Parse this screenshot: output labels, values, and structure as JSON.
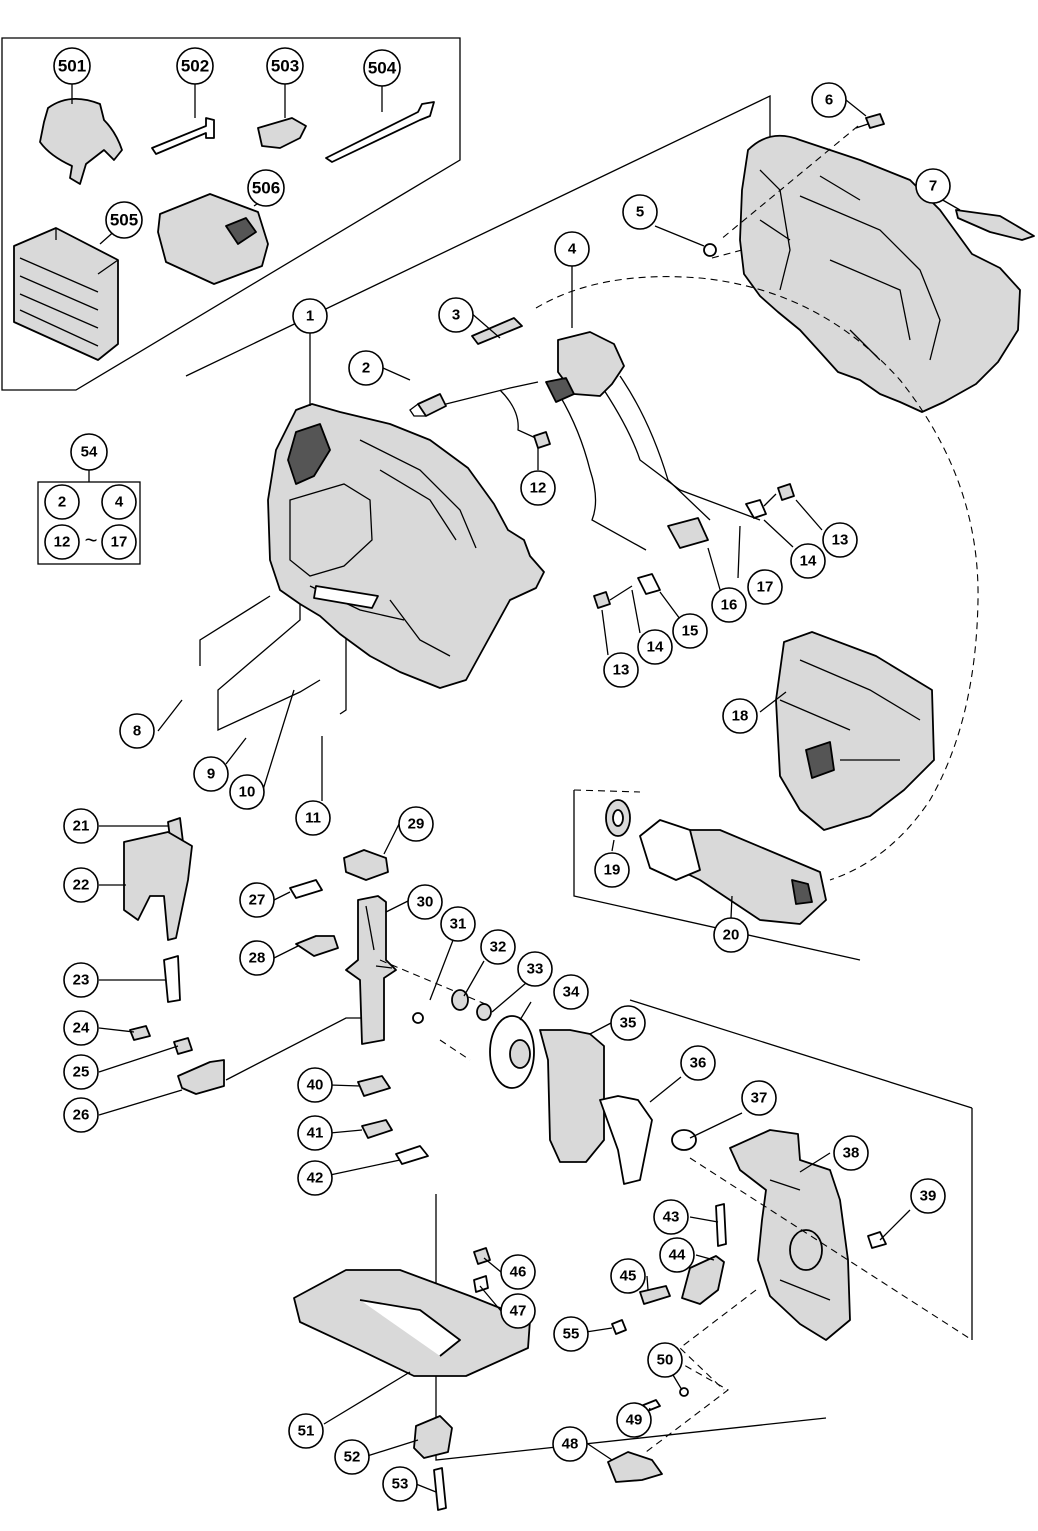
{
  "parts": {
    "p501": "501",
    "p502": "502",
    "p503": "503",
    "p504": "504",
    "p505": "505",
    "p506": "506",
    "p1": "1",
    "p2": "2",
    "p3": "3",
    "p4": "4",
    "p5": "5",
    "p6": "6",
    "p7": "7",
    "p8": "8",
    "p9": "9",
    "p10": "10",
    "p11": "11",
    "p12": "12",
    "p13a": "13",
    "p13b": "13",
    "p14a": "14",
    "p14b": "14",
    "p15": "15",
    "p16": "16",
    "p17": "17",
    "p18": "18",
    "p19": "19",
    "p20": "20",
    "p21": "21",
    "p22": "22",
    "p23": "23",
    "p24": "24",
    "p25": "25",
    "p26": "26",
    "p27": "27",
    "p28": "28",
    "p29": "29",
    "p30": "30",
    "p31": "31",
    "p32": "32",
    "p33": "33",
    "p34": "34",
    "p35": "35",
    "p36": "36",
    "p37": "37",
    "p38": "38",
    "p39": "39",
    "p40": "40",
    "p41": "41",
    "p42": "42",
    "p43": "43",
    "p44": "44",
    "p45": "45",
    "p46": "46",
    "p47": "47",
    "p48": "48",
    "p49": "49",
    "p50": "50",
    "p51": "51",
    "p52": "52",
    "p53": "53",
    "p54": "54",
    "p55": "55"
  },
  "kit54": {
    "items": [
      "2",
      "4",
      "12",
      "17"
    ],
    "range_symbol": "~"
  }
}
